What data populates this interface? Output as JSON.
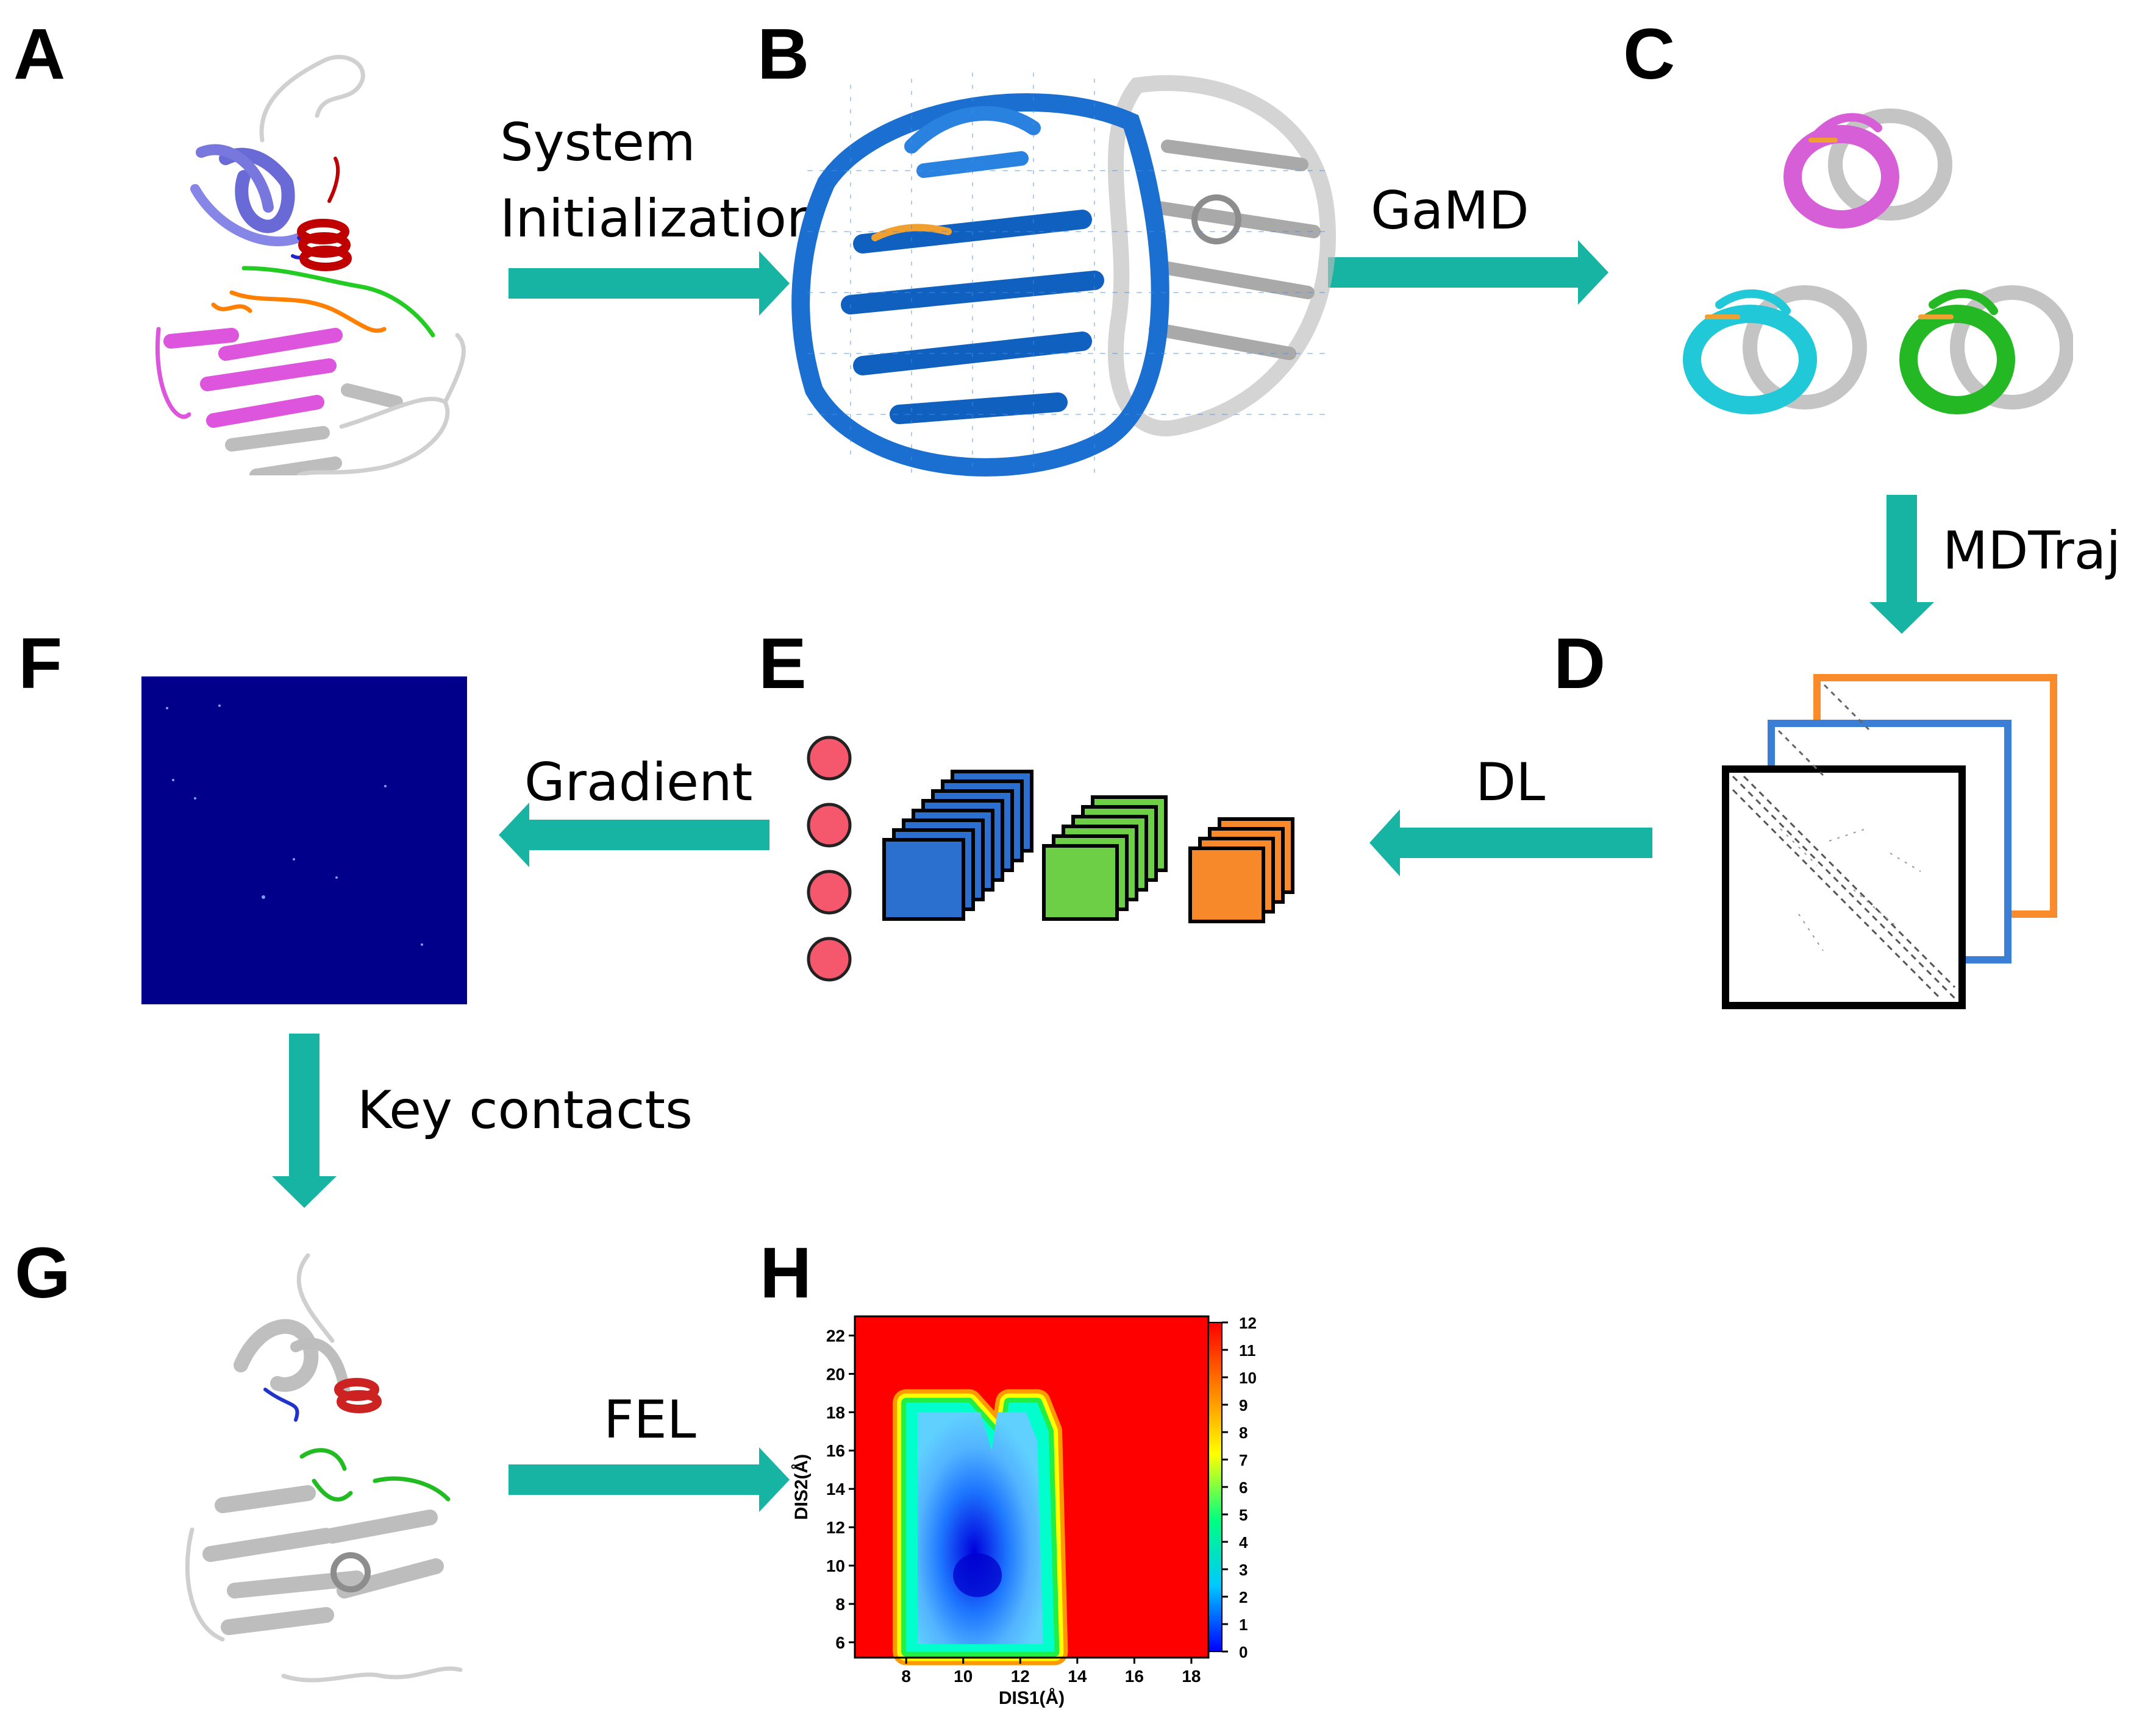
{
  "panels": {
    "a": "A",
    "b": "B",
    "c": "C",
    "d": "D",
    "e": "E",
    "f": "F",
    "g": "G",
    "h": "H"
  },
  "steps": {
    "system_initialization": [
      "System",
      "Initialization"
    ],
    "gamd": "GaMD",
    "mdtraj": "MDTraj",
    "dl": "DL",
    "gradient": "Gradient",
    "key_contacts": "Key contacts",
    "fel": "FEL"
  },
  "colors": {
    "arrow": "#17b3a3",
    "heatmap_bg": "#00008b",
    "frame_orange": "#f98b2b",
    "frame_blue": "#3a7fd5",
    "frame_black": "#000000",
    "node_red": "#f5576c",
    "cube_blue": "#2b6fcf",
    "cube_green": "#6ccf45",
    "cube_orange": "#f7892a"
  },
  "fel_plot": {
    "xlabel": "DIS1(Å)",
    "ylabel": "DIS2(Å)",
    "xticks": [
      "8",
      "10",
      "12",
      "14",
      "16",
      "18"
    ],
    "yticks": [
      "6",
      "8",
      "10",
      "12",
      "14",
      "16",
      "18",
      "20",
      "22"
    ],
    "colorbar_ticks": [
      "0",
      "1",
      "2",
      "3",
      "4",
      "5",
      "6",
      "7",
      "8",
      "9",
      "10",
      "11",
      "12"
    ]
  },
  "chart_data": {
    "type": "heatmap",
    "xlabel": "DIS1(Å)",
    "ylabel": "DIS2(Å)",
    "xlim": [
      6.2,
      18.6
    ],
    "ylim": [
      5.2,
      23.0
    ],
    "zlim": [
      0,
      12
    ],
    "colorbar_ticks": [
      0,
      1,
      2,
      3,
      4,
      5,
      6,
      7,
      8,
      9,
      10,
      11,
      12
    ],
    "colormap": [
      "#0000ff",
      "#00c8ff",
      "#00ff80",
      "#ffff00",
      "#ff8000",
      "#ff0000"
    ],
    "basin_outline": [
      [
        8.0,
        5.5
      ],
      [
        8.0,
        18.5
      ],
      [
        10.2,
        18.5
      ],
      [
        11.4,
        16.5
      ],
      [
        11.6,
        18.5
      ],
      [
        12.6,
        18.5
      ],
      [
        13.0,
        17.0
      ],
      [
        13.2,
        5.5
      ]
    ],
    "minimum": {
      "x": 10.5,
      "y": 9.5,
      "z": 0
    }
  }
}
